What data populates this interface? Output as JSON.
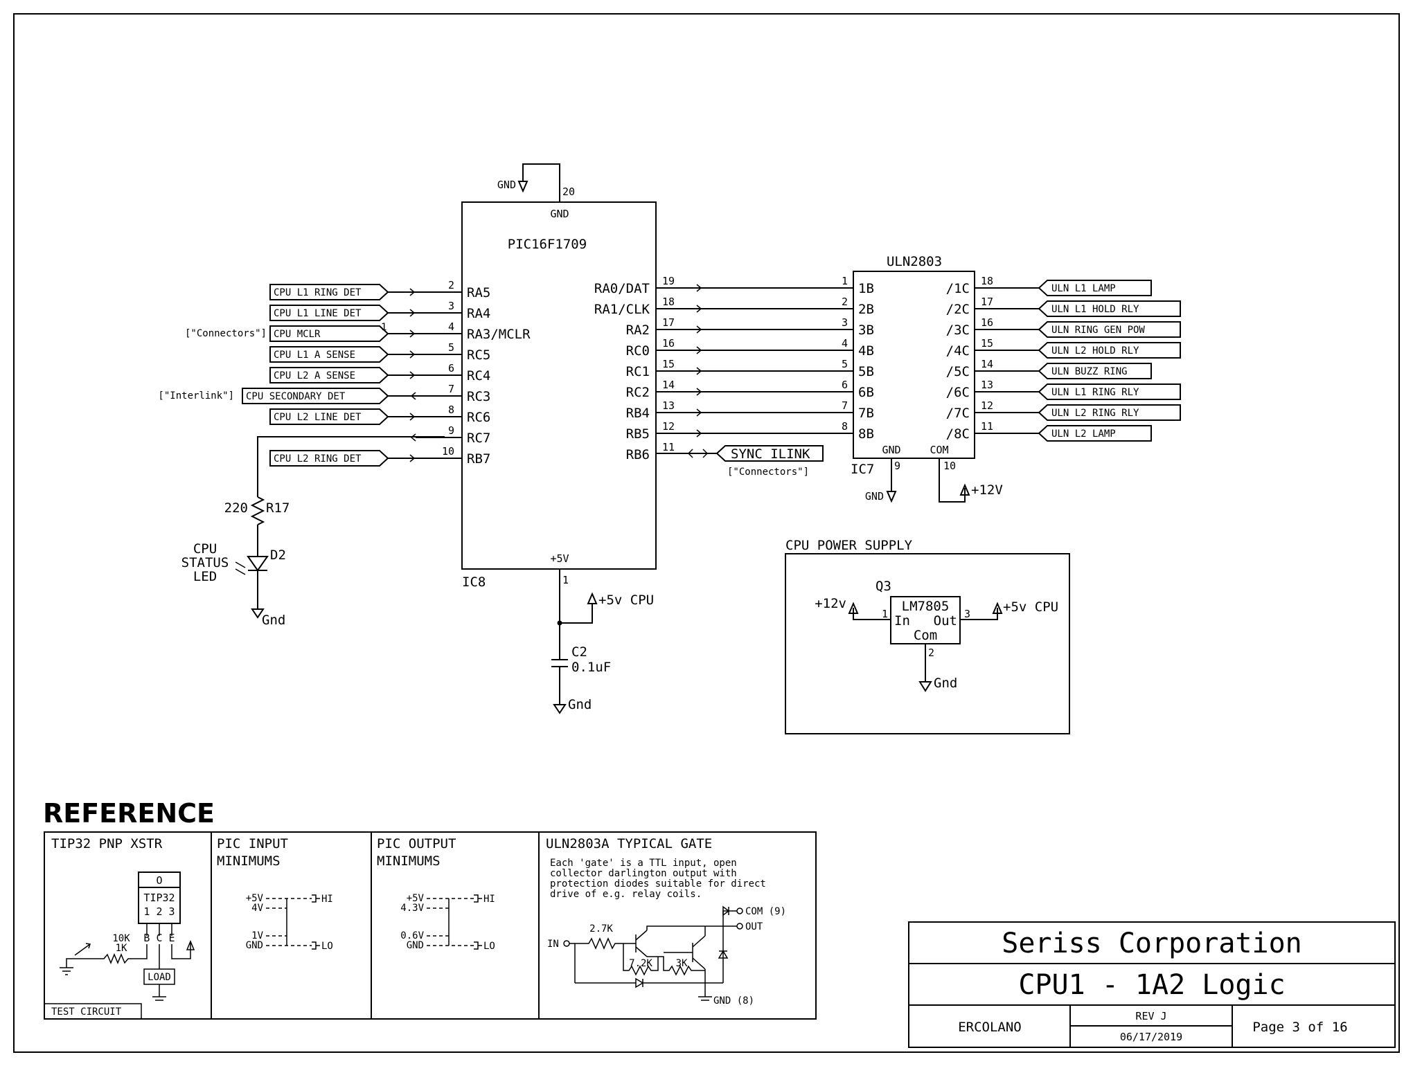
{
  "ic8": {
    "name": "PIC16F1709",
    "ref": "IC8",
    "gnd_label": "GND",
    "gnd_pin": "20",
    "gnd_symbol_label": "GND",
    "vcc_label": "+5V",
    "vcc_pin": "1",
    "left_pins": [
      {
        "num": "2",
        "name": "RA5",
        "net": "CPU L1 RING DET"
      },
      {
        "num": "3",
        "name": "RA4",
        "net": "CPU L1 LINE DET"
      },
      {
        "num": "4",
        "name": "RA3/MCLR",
        "net": "CPU MCLR"
      },
      {
        "num": "5",
        "name": "RC5",
        "net": "CPU L1 A SENSE"
      },
      {
        "num": "6",
        "name": "RC4",
        "net": "CPU L2 A SENSE"
      },
      {
        "num": "7",
        "name": "RC3",
        "net": "CPU SECONDARY DET"
      },
      {
        "num": "8",
        "name": "RC6",
        "net": "CPU L2 LINE DET"
      },
      {
        "num": "9",
        "name": "RC7",
        "net": ""
      },
      {
        "num": "10",
        "name": "RB7",
        "net": "CPU L2 RING DET"
      }
    ],
    "right_pins": [
      {
        "num": "19",
        "name": "RA0/DAT"
      },
      {
        "num": "18",
        "name": "RA1/CLK"
      },
      {
        "num": "17",
        "name": "RA2"
      },
      {
        "num": "16",
        "name": "RC0"
      },
      {
        "num": "15",
        "name": "RC1"
      },
      {
        "num": "14",
        "name": "RC2"
      },
      {
        "num": "13",
        "name": "RB4"
      },
      {
        "num": "12",
        "name": "RB5"
      },
      {
        "num": "11",
        "name": "RB6"
      }
    ],
    "mclr_note": "[\"Connectors\"]",
    "mclr_tick": "1",
    "secondary_note": "[\"Interlink\"]",
    "sync_net": "SYNC ILINK",
    "sync_note": "[\"Connectors\"]",
    "vcc_net": "+5v CPU"
  },
  "uln": {
    "name": "ULN2803",
    "ref": "IC7",
    "gnd_label": "GND",
    "gnd_pin": "9",
    "com_label": "COM",
    "com_pin": "10",
    "gnd_symbol_label": "GND",
    "com_supply": "+12V",
    "inputs": [
      {
        "num": "1",
        "name": "1B"
      },
      {
        "num": "2",
        "name": "2B"
      },
      {
        "num": "3",
        "name": "3B"
      },
      {
        "num": "4",
        "name": "4B"
      },
      {
        "num": "5",
        "name": "5B"
      },
      {
        "num": "6",
        "name": "6B"
      },
      {
        "num": "7",
        "name": "7B"
      },
      {
        "num": "8",
        "name": "8B"
      }
    ],
    "outputs": [
      {
        "num": "18",
        "name": "/1C",
        "net": "ULN L1 LAMP"
      },
      {
        "num": "17",
        "name": "/2C",
        "net": "ULN L1 HOLD RLY"
      },
      {
        "num": "16",
        "name": "/3C",
        "net": "ULN RING GEN POW"
      },
      {
        "num": "15",
        "name": "/4C",
        "net": "ULN L2 HOLD RLY"
      },
      {
        "num": "14",
        "name": "/5C",
        "net": "ULN BUZZ RING"
      },
      {
        "num": "13",
        "name": "/6C",
        "net": "ULN L1 RING RLY"
      },
      {
        "num": "12",
        "name": "/7C",
        "net": "ULN L2 RING RLY"
      },
      {
        "num": "11",
        "name": "/8C",
        "net": "ULN L2 LAMP"
      }
    ]
  },
  "led": {
    "res_value": "220",
    "res_ref": "R17",
    "led_ref": "D2",
    "led_label": [
      "CPU",
      "STATUS",
      "LED"
    ],
    "gnd": "Gnd"
  },
  "cap": {
    "ref": "C2",
    "value": "0.1uF",
    "gnd": "Gnd"
  },
  "psu": {
    "title": "CPU POWER SUPPLY",
    "ref": "Q3",
    "part": "LM7805",
    "in_label": "In",
    "out_label": "Out",
    "com_label": "Com",
    "pin_in": "1",
    "pin_out": "3",
    "pin_com": "2",
    "in_net": "+12v",
    "out_net": "+5v CPU",
    "gnd": "Gnd"
  },
  "reference": {
    "title": "REFERENCE",
    "tip32": {
      "title": "TIP32 PNP XSTR",
      "pkg_hole": "O",
      "pkg_name": "TIP32",
      "pkg_pins": "1 2 3",
      "leads": "B C E",
      "r1": "10K",
      "r2": "1K",
      "load": "LOAD",
      "footer": "TEST CIRCUIT"
    },
    "pic_in": {
      "title": [
        "PIC INPUT",
        "MINIMUMS"
      ],
      "v_hi": [
        "+5V",
        "4V"
      ],
      "v_lo": [
        "1V",
        "GND"
      ],
      "hi": "HI",
      "lo": "LO"
    },
    "pic_out": {
      "title": [
        "PIC OUTPUT",
        "MINIMUMS"
      ],
      "v_hi": [
        "+5V",
        "4.3V"
      ],
      "v_lo": [
        "0.6V",
        "GND"
      ],
      "hi": "HI",
      "lo": "LO"
    },
    "uln_gate": {
      "title": "ULN2803A TYPICAL GATE",
      "desc": [
        "Each 'gate' is a TTL input, open",
        "collector darlington output with",
        "protection diodes suitable for direct",
        "drive of e.g. relay coils."
      ],
      "r_in": "2.7K",
      "r_mid": "7.2K",
      "r_out": "3K",
      "in_label": "IN",
      "com": "COM (9)",
      "out": "OUT",
      "gnd": "GND (8)"
    }
  },
  "title_block": {
    "company": "Seriss Corporation",
    "title": "CPU1 - 1A2 Logic",
    "author": "ERCOLANO",
    "rev": "REV J",
    "date": "06/17/2019",
    "page": "Page 3 of 16"
  }
}
